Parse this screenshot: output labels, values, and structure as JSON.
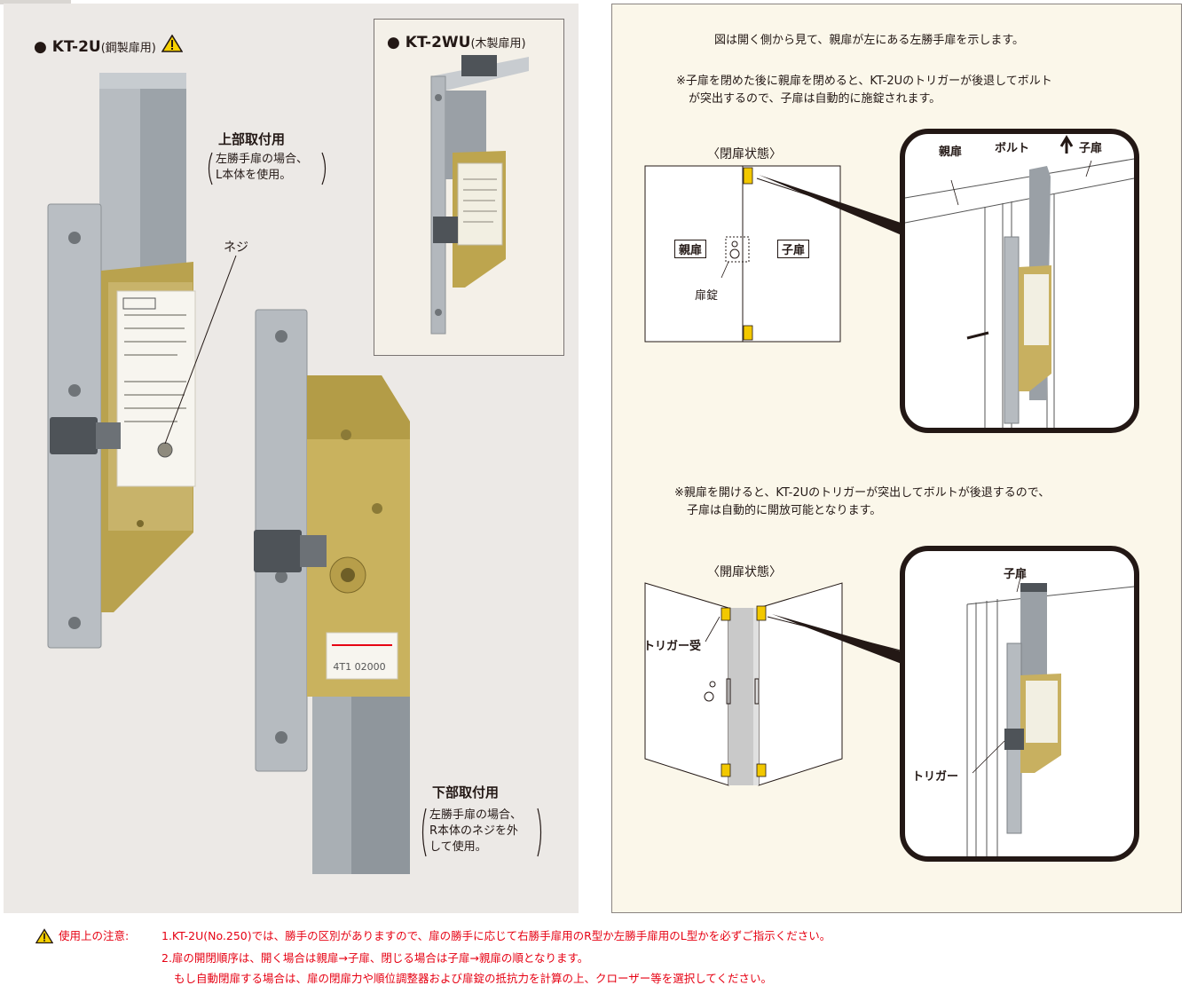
{
  "products": {
    "kt2u": {
      "name": "KT-2U",
      "note": "(鋼製扉用)"
    },
    "kt2wu": {
      "name": "KT-2WU",
      "note": "(木製扉用)"
    }
  },
  "photo_labels": {
    "top_mount_title": "上部取付用",
    "top_mount_lines": [
      "左勝手扉の場合、",
      "L本体を使用。"
    ],
    "screw": "ネジ",
    "bottom_mount_title": "下部取付用",
    "bottom_mount_lines": [
      "左勝手扉の場合、",
      "R本体のネジを外",
      "して使用。"
    ],
    "sticker_code": "4T1 02000"
  },
  "diagram": {
    "intro": "図は開く側から見て、親扉が左にある左勝手扉を示します。",
    "closed_note_lines": [
      "※子扉を閉めた後に親扉を閉めると、KT-2Uのトリガーが後退してボルト",
      "が突出するので、子扉は自動的に施錠されます。"
    ],
    "closed_state": "〈閉扉状態〉",
    "parent_door": "親扉",
    "child_door": "子扉",
    "door_lock": "扉錠",
    "bolt": "ボルト",
    "open_note_lines": [
      "※親扉を開けると、KT-2Uのトリガーが突出してボルトが後退するので、",
      "子扉は自動的に開放可能となります。"
    ],
    "open_state": "〈開扉状態〉",
    "trigger_receiver": "トリガー受",
    "trigger": "トリガー"
  },
  "caution": {
    "heading": "使用上の注意:",
    "lines": [
      "1.KT-2U(No.250)では、勝手の区別がありますので、扉の勝手に応じて右勝手扉用のR型か左勝手扉用のL型かを必ずご指示ください。",
      "2.扉の開閉順序は、開く場合は親扉→子扉、閉じる場合は子扉→親扉の順となります。",
      "もし自動閉扉する場合は、扉の閉扉力や順位調整器および扉錠の抵抗力を計算の上、クローザー等を選択してください。"
    ]
  },
  "colors": {
    "caution_red": "#e60012",
    "brass": "#c8b060",
    "steel": "#a9aeb3",
    "yellow_part": "#f2c800"
  }
}
